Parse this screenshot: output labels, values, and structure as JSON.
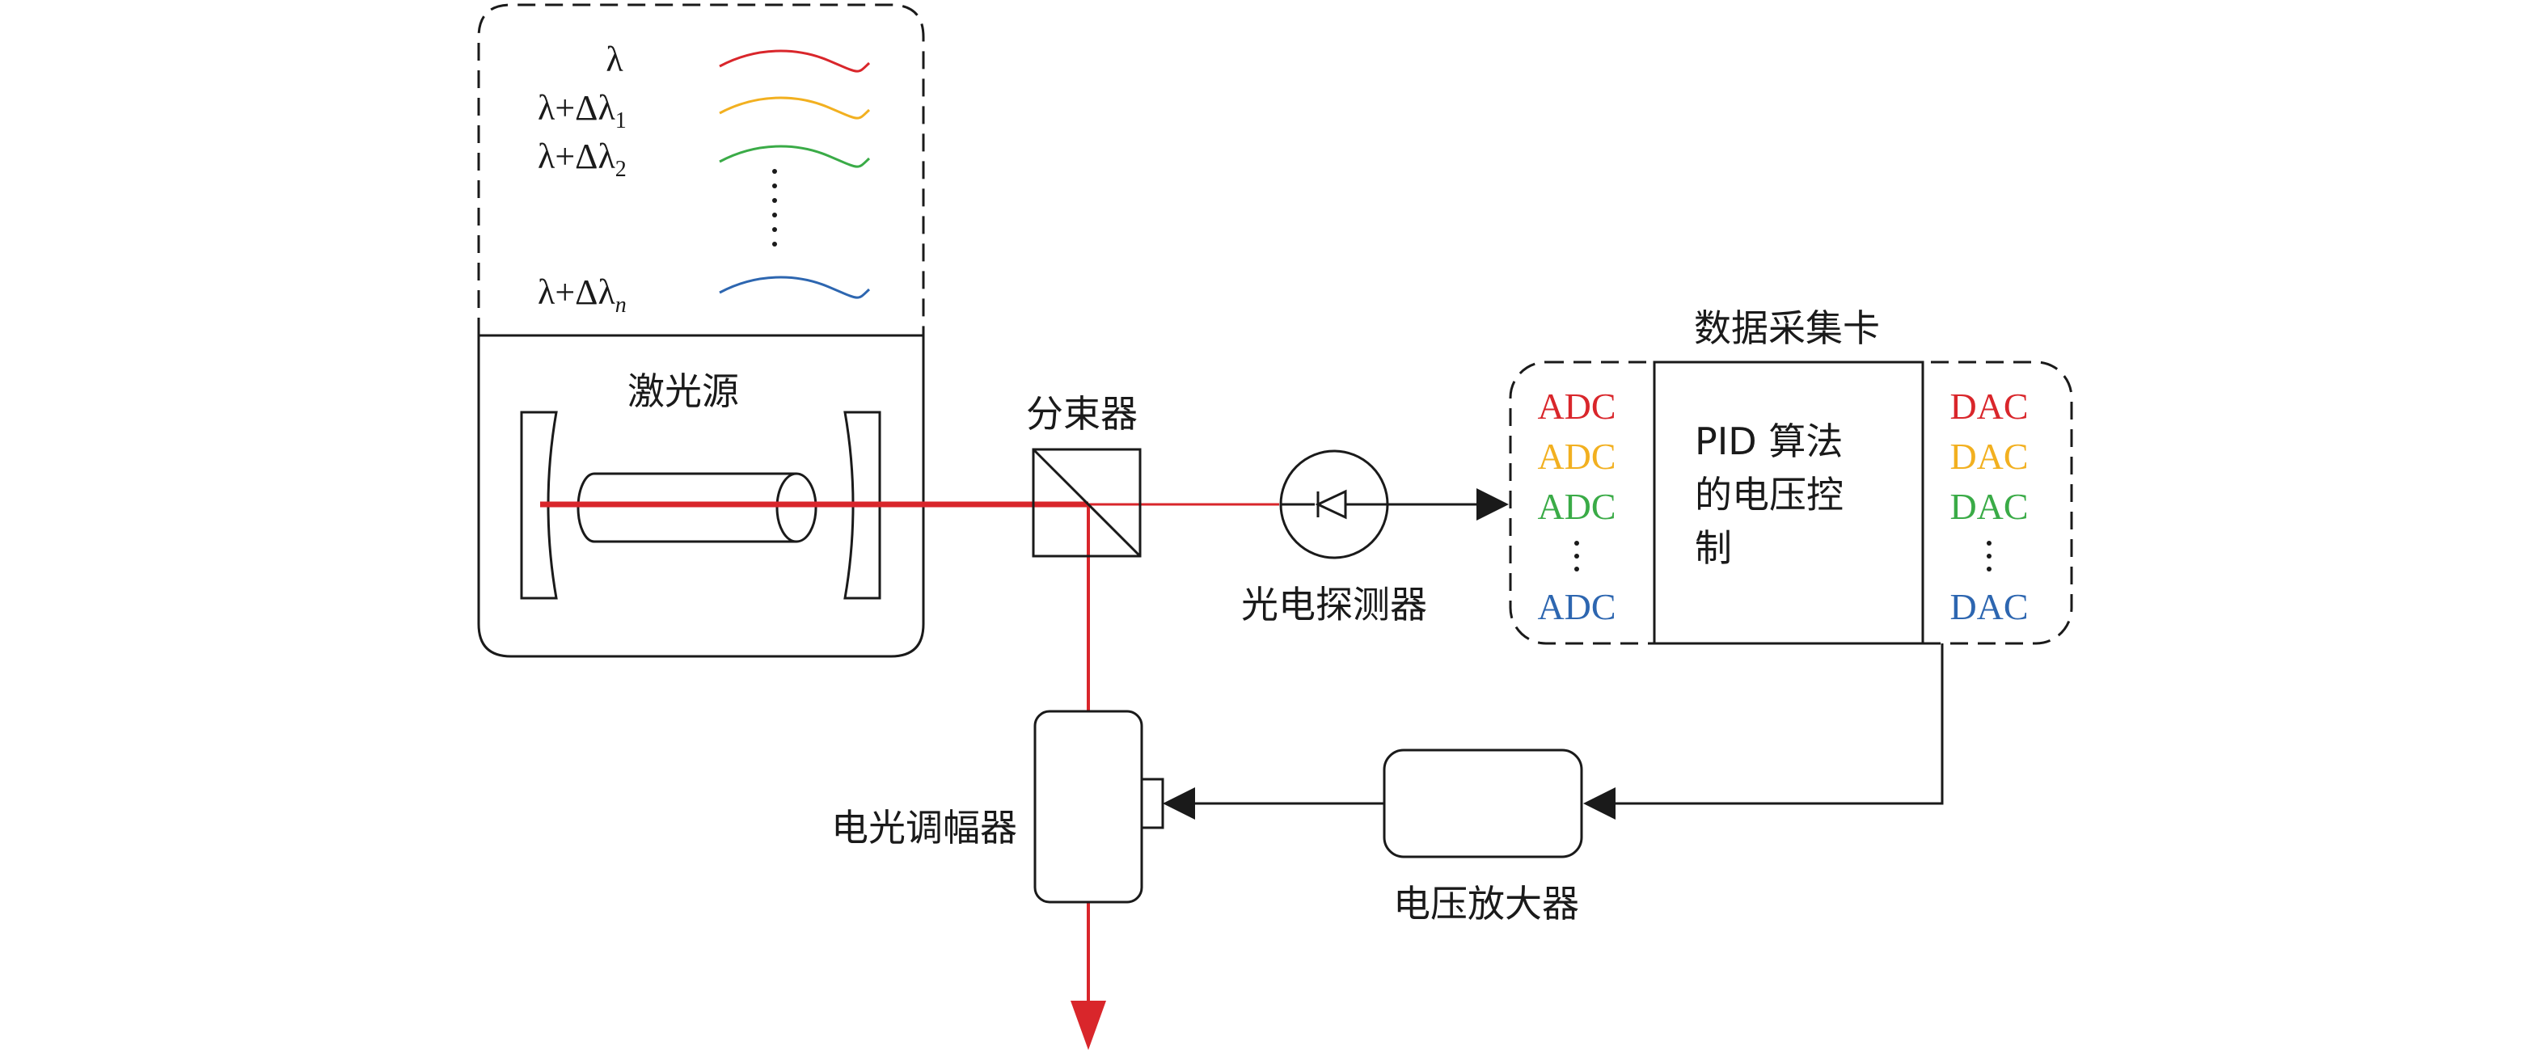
{
  "legend": {
    "rows": [
      {
        "base": "λ",
        "sub": "",
        "sub_italic": false,
        "color": "#d9262b"
      },
      {
        "base": "λ+Δλ",
        "sub": "1",
        "sub_italic": false,
        "color": "#f2b020"
      },
      {
        "base": "λ+Δλ",
        "sub": "2",
        "sub_italic": false,
        "color": "#3aab47"
      },
      {
        "base": "λ+Δλ",
        "sub": "n",
        "sub_italic": true,
        "color": "#2d66b0"
      }
    ]
  },
  "laser": {
    "label": "激光源"
  },
  "beam_splitter": {
    "label": "分束器"
  },
  "photodetector": {
    "label": "光电探测器"
  },
  "daq": {
    "label": "数据采集卡",
    "core_lines": [
      "PID 算法",
      "的电压控",
      "制"
    ],
    "adc_label": "ADC",
    "dac_label": "DAC",
    "channel_colors": [
      "#d9262b",
      "#f2b020",
      "#3aab47",
      "#2d66b0"
    ]
  },
  "amplifier": {
    "label": "电压放大器"
  },
  "modulator": {
    "label": "电光调幅器"
  },
  "colors": {
    "beam": "#d9262b",
    "line": "#1a1a1a"
  }
}
